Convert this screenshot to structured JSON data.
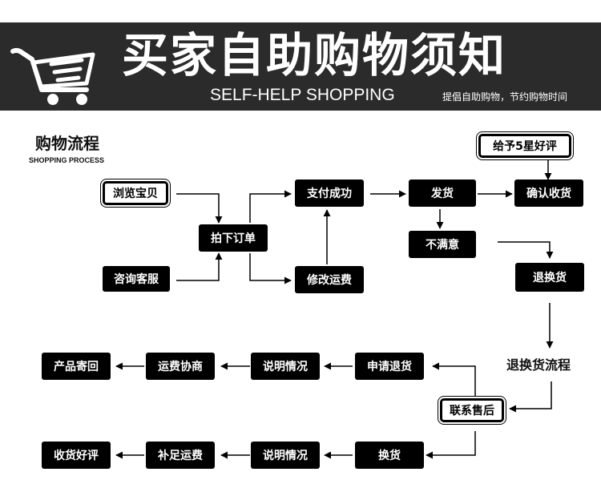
{
  "header": {
    "title": "买家自助购物须知",
    "subtitle": "SELF-HELP SHOPPING",
    "slogan": "提倡自助购物，节约购物时间"
  },
  "section": {
    "title": "购物流程",
    "subtitle": "SHOPPING PROCESS"
  },
  "flow": {
    "browse": "浏览宝贝",
    "consult": "咨询客服",
    "order": "拍下订单",
    "pay_success": "支付成功",
    "modify_shipping": "修改运费",
    "ship": "发货",
    "unsatisfied": "不满意",
    "confirm_receipt": "确认收货",
    "five_star": "给予5星好评",
    "return_exchange": "退换货",
    "return_process_label": "退换货流程",
    "contact_after_sales": "联系售后",
    "apply_return": "申请退货",
    "explain_situation_1": "说明情况",
    "negotiate_shipping": "运费协商",
    "send_back": "产品寄回",
    "exchange": "换货",
    "explain_situation_2": "说明情况",
    "pay_extra_shipping": "补足运费",
    "receive_review": "收货好评"
  }
}
